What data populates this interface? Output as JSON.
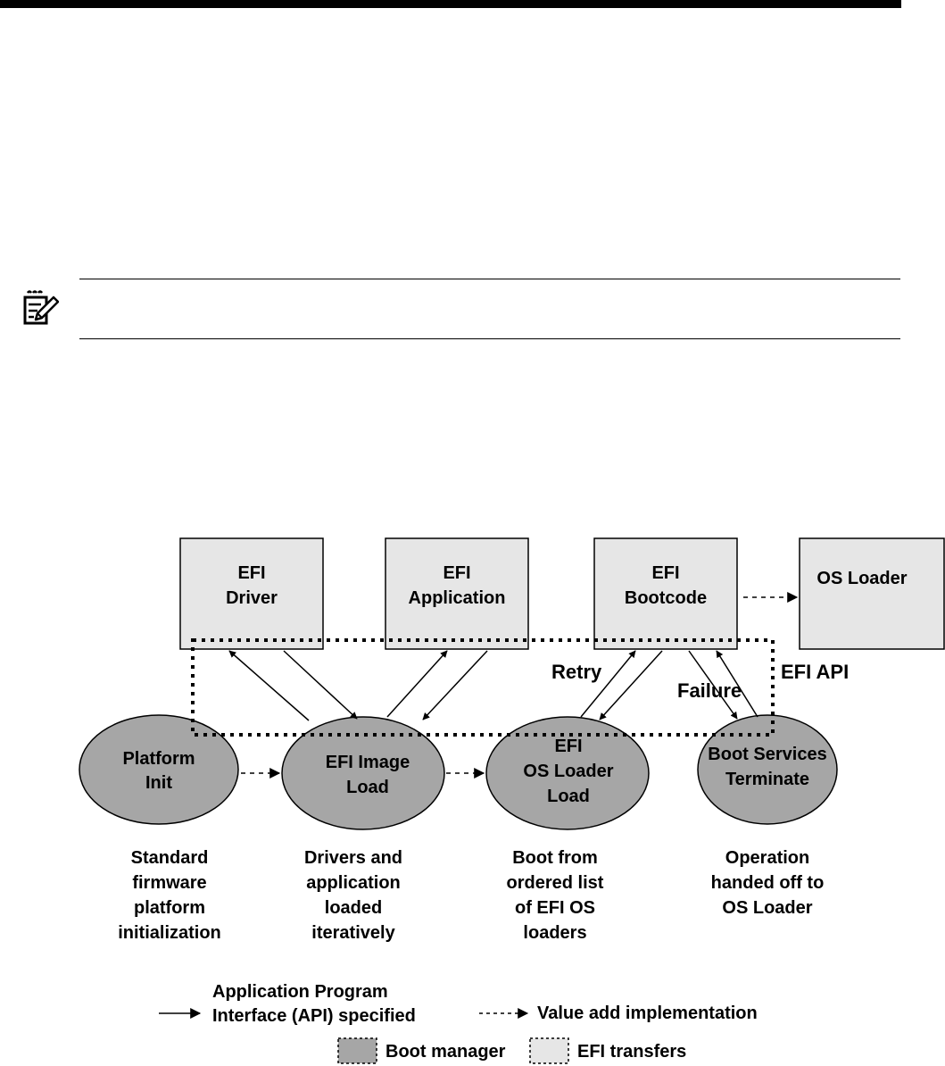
{
  "colors": {
    "box_fill": "#e6e6e6",
    "ellipse_fill": "#a6a6a6",
    "ink": "#000000"
  },
  "note": {
    "icon": "note-pencil-icon"
  },
  "diagram": {
    "boxes": {
      "efi_driver": [
        "EFI",
        "Driver"
      ],
      "efi_application": [
        "EFI",
        "Application"
      ],
      "efi_bootcode": [
        "EFI",
        "Bootcode"
      ],
      "os_loader": [
        "OS Loader"
      ]
    },
    "stages": {
      "platform_init": [
        "Platform",
        "Init"
      ],
      "efi_image_load": [
        "EFI Image",
        "Load"
      ],
      "os_loader_load": [
        "EFI",
        "OS Loader",
        "Load"
      ],
      "boot_services_terminate": [
        "Boot Services",
        "Terminate"
      ]
    },
    "labels": {
      "retry": "Retry",
      "failure": "Failure",
      "efi_api": "EFI API"
    },
    "descriptions": {
      "platform_init": [
        "Standard",
        "firmware",
        "platform",
        "initialization"
      ],
      "efi_image_load": [
        "Drivers and",
        "application",
        "loaded",
        "iteratively"
      ],
      "os_loader_load": [
        "Boot from",
        "ordered list",
        "of EFI OS",
        "loaders"
      ],
      "boot_services_terminate": [
        "Operation",
        "handed off to",
        "OS Loader"
      ]
    },
    "legend": {
      "api_specified": [
        "Application Program",
        "Interface (API) specified"
      ],
      "value_add": "Value add implementation",
      "boot_manager": "Boot manager",
      "efi_transfers": "EFI transfers"
    }
  }
}
